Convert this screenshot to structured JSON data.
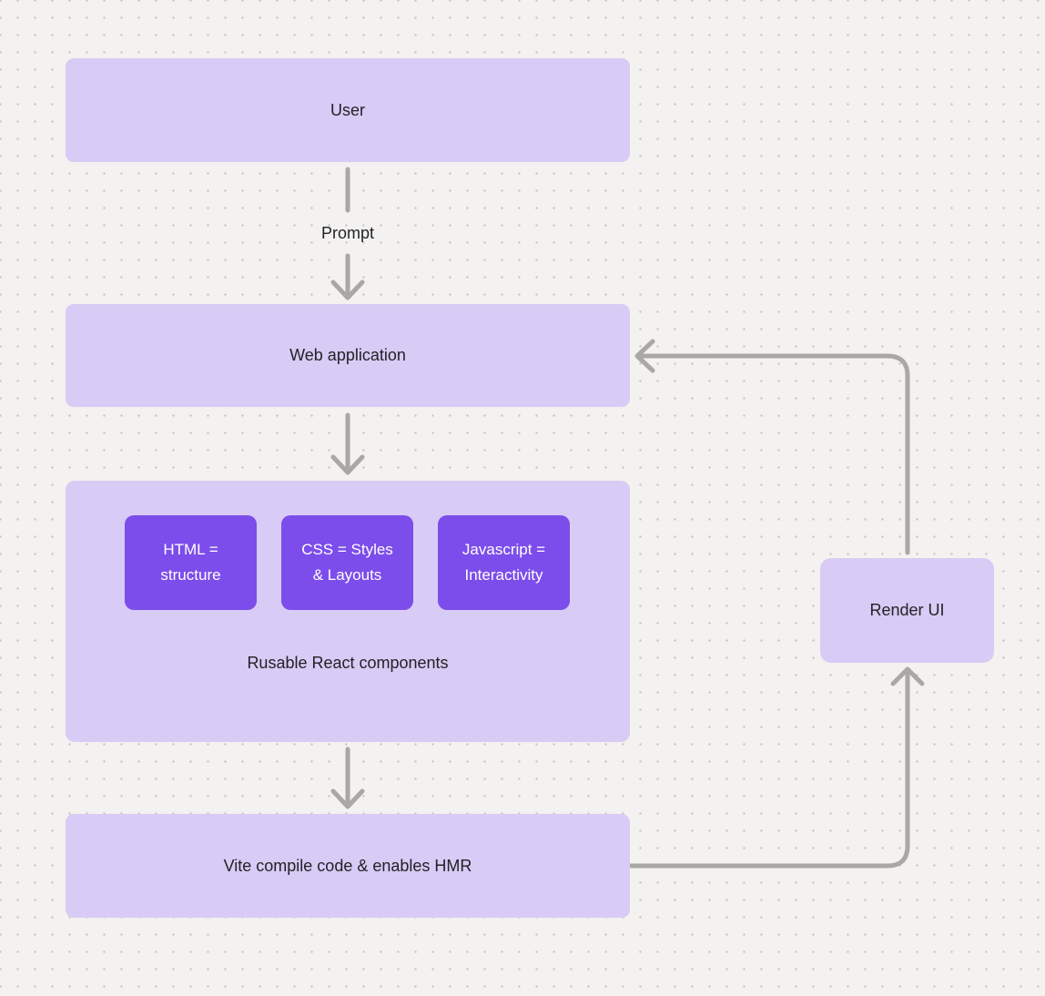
{
  "diagram": {
    "nodes": {
      "user": {
        "label": "User"
      },
      "web_application": {
        "label": "Web application"
      },
      "components": {
        "caption": "Rusable React components",
        "chips": [
          {
            "label": "HTML =\nstructure"
          },
          {
            "label": "CSS = Styles\n& Layouts"
          },
          {
            "label": "Javascript =\nInteractivity"
          }
        ]
      },
      "vite": {
        "label": "Vite compile code & enables HMR"
      },
      "render_ui": {
        "label": "Render UI"
      }
    },
    "edges": {
      "prompt_label": "Prompt"
    },
    "colors": {
      "background": "#f3f2f0",
      "dot": "#c9c8c6",
      "node_fill": "#d8cbf5",
      "chip_fill": "#7c4dea",
      "arrow": "#a9a8a6",
      "text_dark": "#232227",
      "text_light": "#ffffff"
    }
  }
}
